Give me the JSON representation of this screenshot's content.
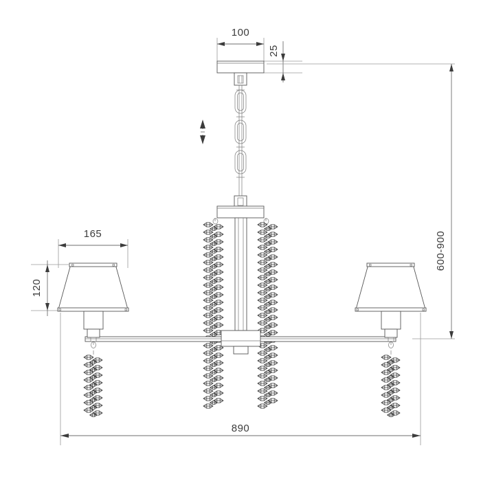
{
  "drawing": {
    "type": "technical-dimension-drawing",
    "subject": "pendant chandelier with fabric shades and crystal strands",
    "units": "mm",
    "background_color": "#ffffff",
    "line_color": "#555555",
    "dimension_color": "#3c3c3c"
  },
  "dimensions": {
    "canopy_width": "100",
    "canopy_height": "25",
    "shade_width": "165",
    "shade_height": "120",
    "overall_width": "890",
    "suspension_height": "600-900"
  },
  "labels": {
    "canopy_width_label": "100",
    "canopy_height_label": "25",
    "shade_width_label": "165",
    "shade_height_label": "120",
    "overall_width_label": "890",
    "suspension_range_label": "600-900"
  },
  "annotations": {
    "adjustable_chain_indicator": "adjustable-height-arrow"
  },
  "parts": {
    "canopy": "ceiling-canopy-plate",
    "chain": "suspension-chain",
    "body": "central-column-body",
    "arm": "horizontal-lamp-arm",
    "shade_left": "left-lamp-shade",
    "shade_right": "right-lamp-shade",
    "crystal_strands": "crystal-bead-strands"
  }
}
